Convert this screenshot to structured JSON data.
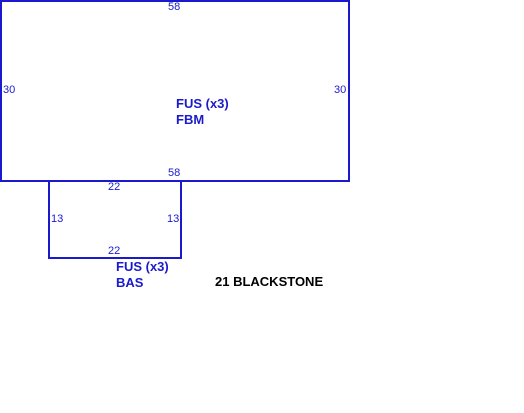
{
  "sketch": {
    "address": "21 BLACKSTONE",
    "areas": [
      {
        "id": "fbm",
        "label_line1": "FUS (x3)",
        "label_line2": "FBM",
        "dim_top": "58",
        "dim_bottom": "58",
        "dim_left": "30",
        "dim_right": "30"
      },
      {
        "id": "bas",
        "label_line1": "FUS (x3)",
        "label_line2": "BAS",
        "dim_top": "22",
        "dim_bottom": "22",
        "dim_left": "13",
        "dim_right": "13"
      }
    ],
    "colors": {
      "outline": "#1a1acc",
      "address_text": "#000000",
      "background": "#ffffff"
    }
  }
}
